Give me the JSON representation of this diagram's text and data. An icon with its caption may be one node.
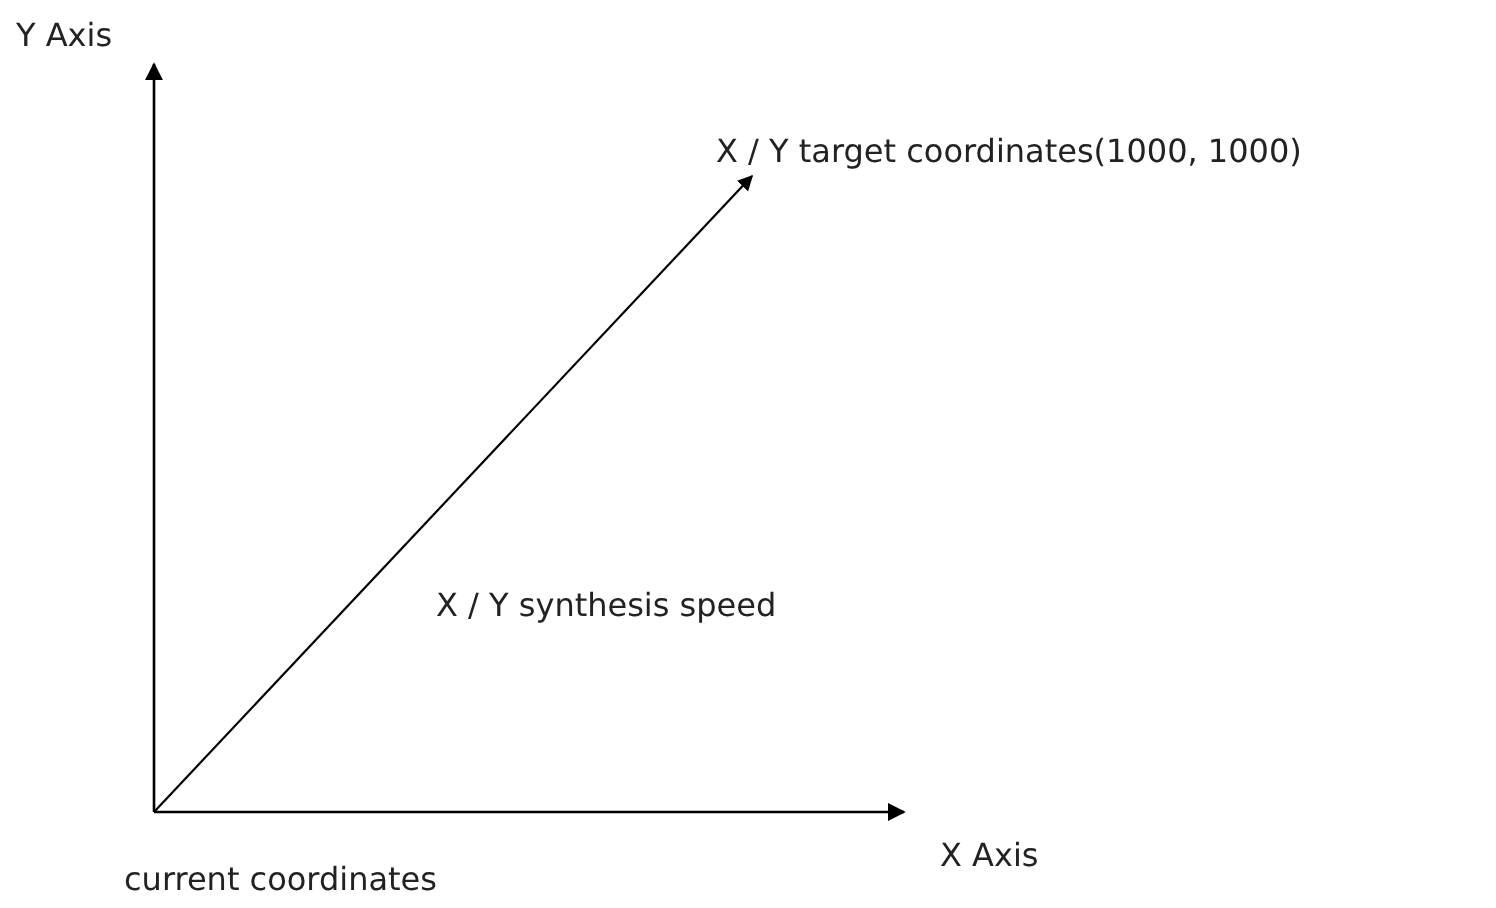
{
  "diagram": {
    "labels": [
      "Y Axis",
      "X / Y target coordinates(1000, 1000)",
      "X / Y synthesis speed",
      "X Axis",
      "current coordinates"
    ]
  }
}
